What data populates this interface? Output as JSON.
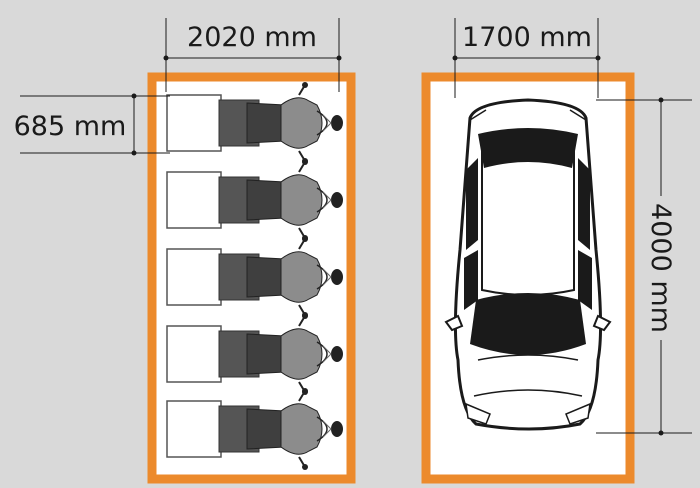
{
  "dimensions": {
    "moto_width": "2020 mm",
    "moto_depth": "685 mm",
    "car_width": "1700 mm",
    "car_length": "4000 mm"
  },
  "colors": {
    "background": "#d9d9d9",
    "bay_border": "#ec8a2c",
    "bay_fill": "#ffffff",
    "line": "#1a1a1a",
    "moto_dark": "#4a4a4a",
    "moto_mid": "#8a8a8a"
  },
  "motorcycles": [
    {
      "name": "motorcycle-1"
    },
    {
      "name": "motorcycle-2"
    },
    {
      "name": "motorcycle-3"
    },
    {
      "name": "motorcycle-4"
    },
    {
      "name": "motorcycle-5"
    }
  ]
}
